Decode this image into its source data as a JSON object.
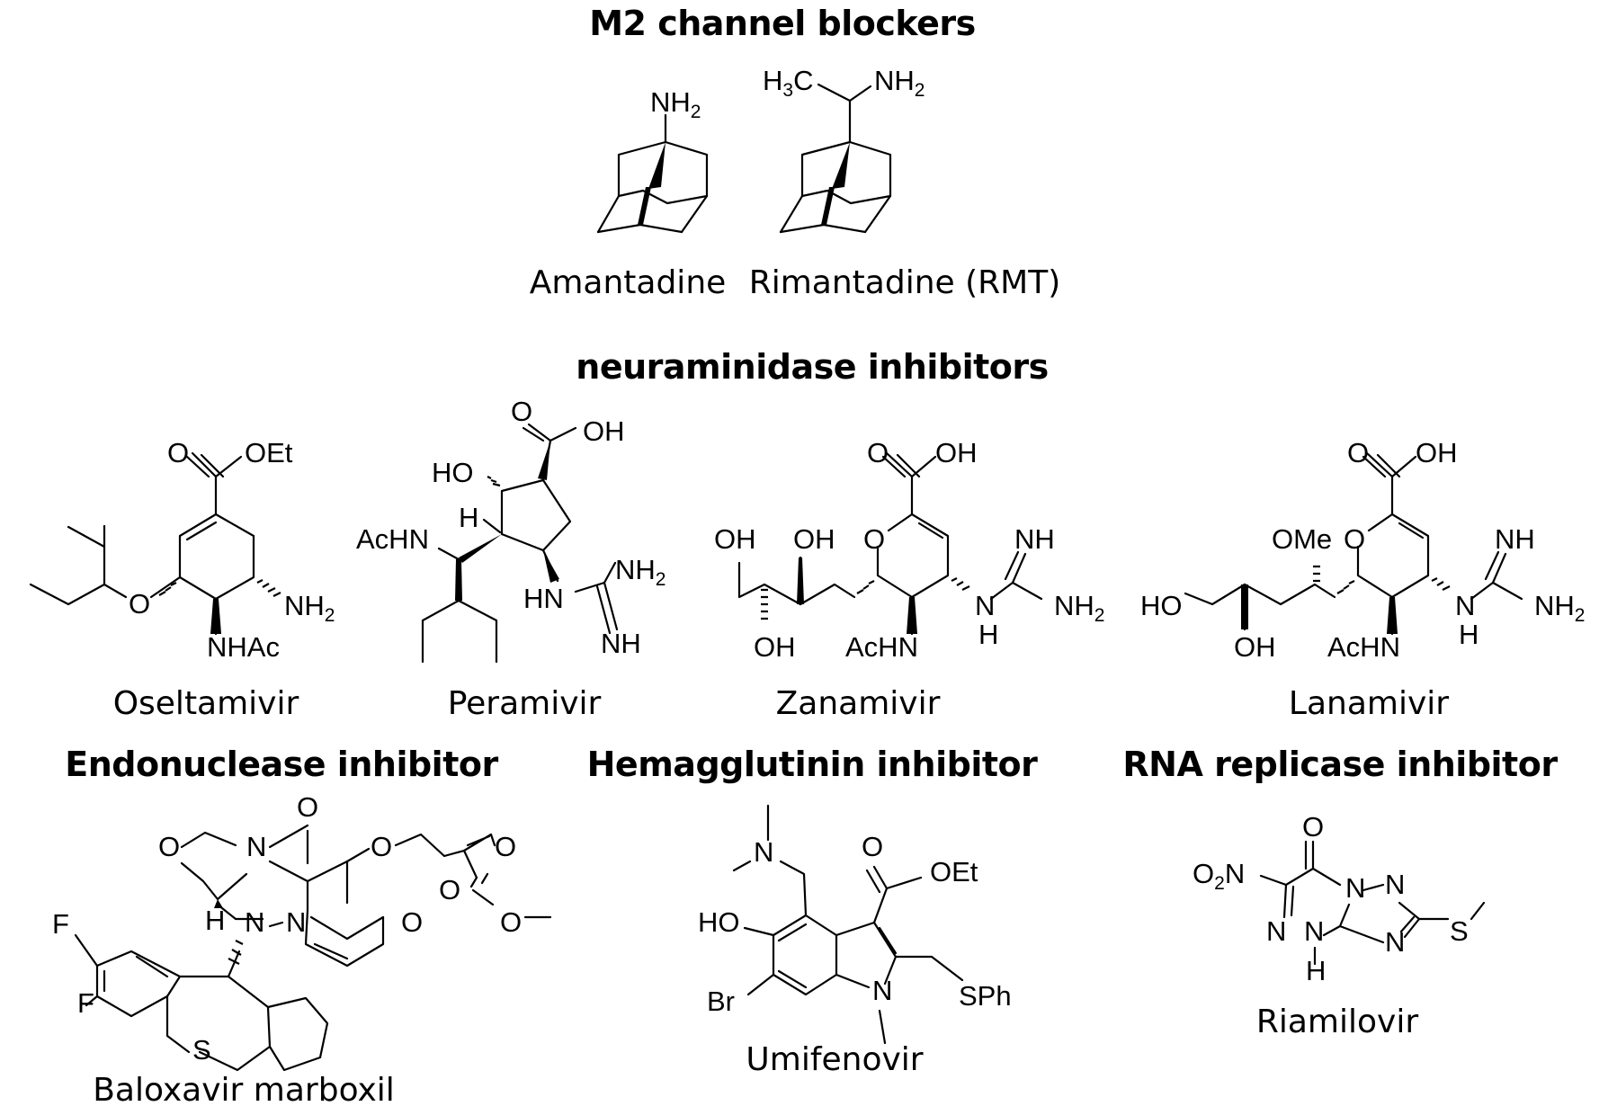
{
  "sections": {
    "m2": "M2 channel blockers",
    "neuraminidase": "neuraminidase inhibitors",
    "endonuclease": "Endonuclease inhibitor",
    "hemagglutinin": "Hemagglutinin inhibitor",
    "rna": "RNA replicase inhibitor"
  },
  "compounds": {
    "amantadine": "Amantadine",
    "rimantadine": "Rimantadine (RMT)",
    "oseltamivir": "Oseltamivir",
    "peramivir": "Peramivir",
    "zanamivir": "Zanamivir",
    "lanamivir": "Lanamivir",
    "baloxavir": "Baloxavir marboxil",
    "umifenovir": "Umifenovir",
    "riamilovir": "Riamilovir"
  }
}
